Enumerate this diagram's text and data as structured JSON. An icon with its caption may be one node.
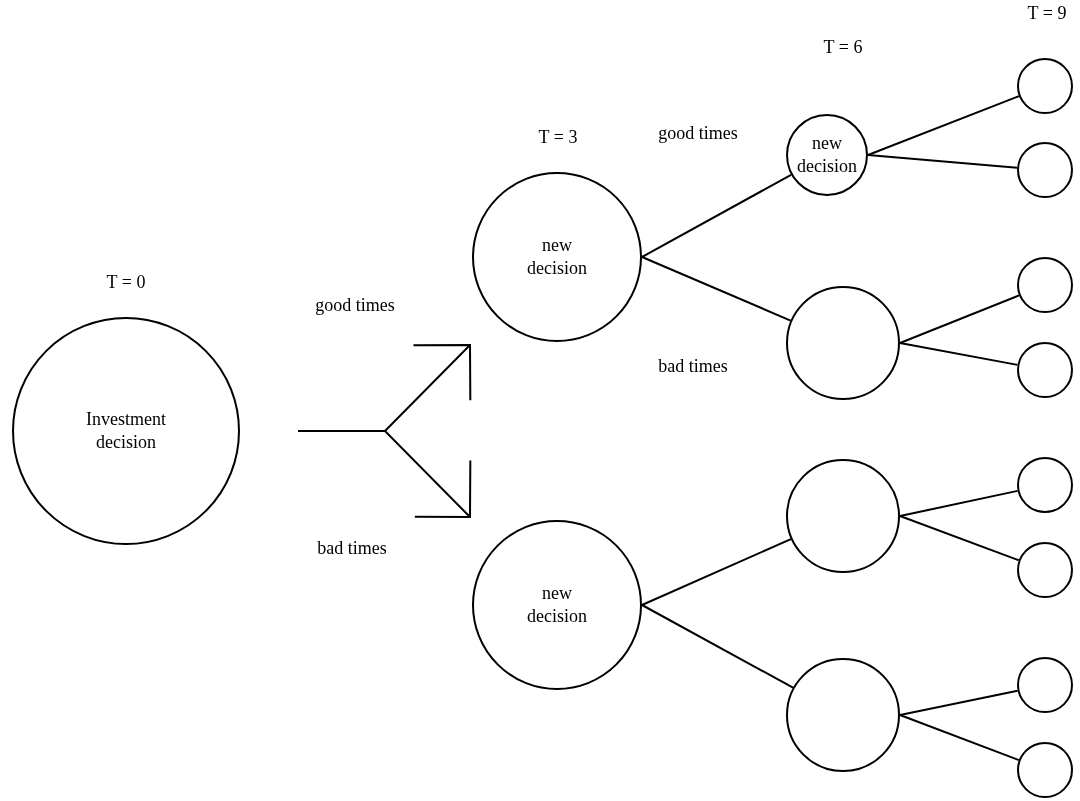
{
  "diagram": {
    "nodes": [
      {
        "text": [
          "Investment decision"
        ]
      },
      {
        "text": [
          "new decision"
        ]
      },
      {
        "text": [
          "new decision"
        ]
      },
      {
        "text": [
          "new decision"
        ]
      },
      {
        "text": [],
        "shape": "circle"
      },
      {
        "text": [],
        "shape": "circle"
      },
      {
        "text": [],
        "shape": "circle"
      },
      {
        "text": [],
        "shape": "circle"
      },
      {
        "text": [],
        "shape": "circle"
      },
      {
        "text": [],
        "shape": "circle"
      },
      {
        "text": [],
        "shape": "circle"
      },
      {
        "text": [],
        "shape": "circle"
      },
      {
        "text": [],
        "shape": "circle"
      },
      {
        "text": [],
        "shape": "circle"
      },
      {
        "text": [],
        "shape": "circle"
      }
    ],
    "edges": [
      {
        "from": 0,
        "to": 1,
        "arrow": "to",
        "label": "good times"
      },
      {
        "from": 0,
        "to": 2,
        "arrow": "to",
        "label": "bad times"
      },
      {
        "from": 1,
        "to": 3,
        "arrow": "none",
        "label": "good times"
      },
      {
        "from": 1,
        "to": 4,
        "arrow": "none",
        "label": "bad times"
      },
      {
        "from": 2,
        "to": 5,
        "arrow": "none"
      },
      {
        "from": 2,
        "to": 6,
        "arrow": "none"
      },
      {
        "from": 3,
        "to": 7,
        "arrow": "none"
      },
      {
        "from": 3,
        "to": 8,
        "arrow": "none"
      },
      {
        "from": 4,
        "to": 9,
        "arrow": "none"
      },
      {
        "from": 4,
        "to": 10,
        "arrow": "none"
      },
      {
        "from": 5,
        "to": 11,
        "arrow": "none"
      },
      {
        "from": 5,
        "to": 12,
        "arrow": "none"
      },
      {
        "from": 6,
        "to": 13,
        "arrow": "none"
      },
      {
        "from": 6,
        "to": 14,
        "arrow": "none"
      }
    ],
    "labels": [
      "T = 9",
      "T = 6",
      "T = 3",
      "T = 0"
    ]
  }
}
